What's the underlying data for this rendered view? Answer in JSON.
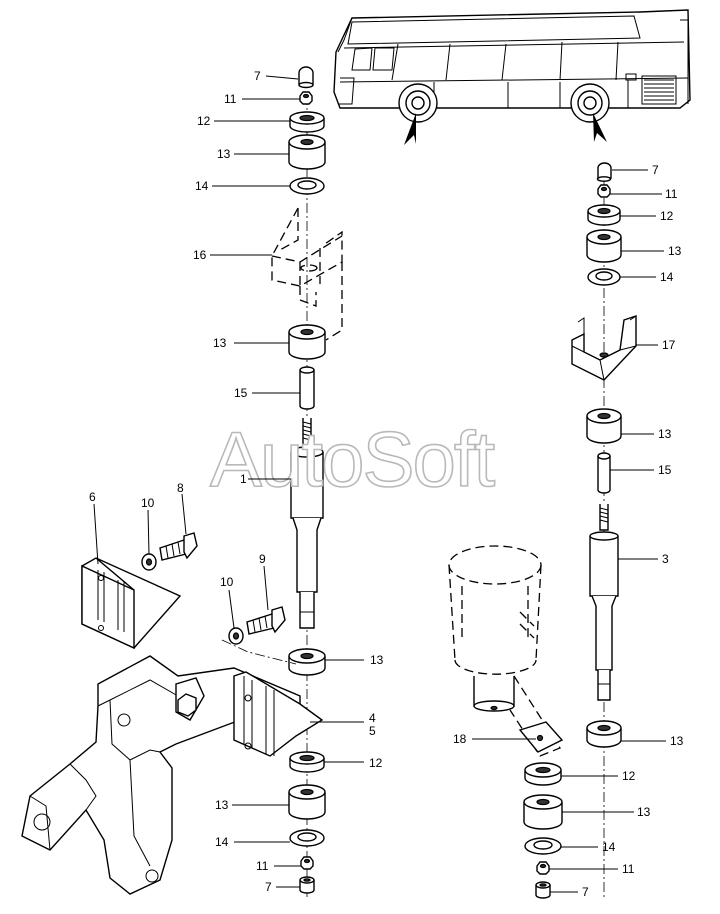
{
  "watermark": "AutoSoft",
  "callouts": {
    "c7a": "7",
    "c11a": "11",
    "c12a": "12",
    "c13a": "13",
    "c14a": "14",
    "c16": "16",
    "c13b": "13",
    "c15a": "15",
    "c1": "1",
    "c6": "6",
    "c10a": "10",
    "c8": "8",
    "c10b": "10",
    "c9": "9",
    "c13c": "13",
    "c4": "4",
    "c5": "5",
    "c12b": "12",
    "c13d": "13",
    "c14b": "14",
    "c11b": "11",
    "c7b": "7",
    "c7c": "7",
    "c11c": "11",
    "c12c": "12",
    "c13e": "13",
    "c14c": "14",
    "c17": "17",
    "c13f": "13",
    "c15b": "15",
    "c3": "3",
    "c13g": "13",
    "c18": "18",
    "c12d": "12",
    "c13h": "13",
    "c14d": "14",
    "c11d": "11",
    "c7d": "7"
  }
}
